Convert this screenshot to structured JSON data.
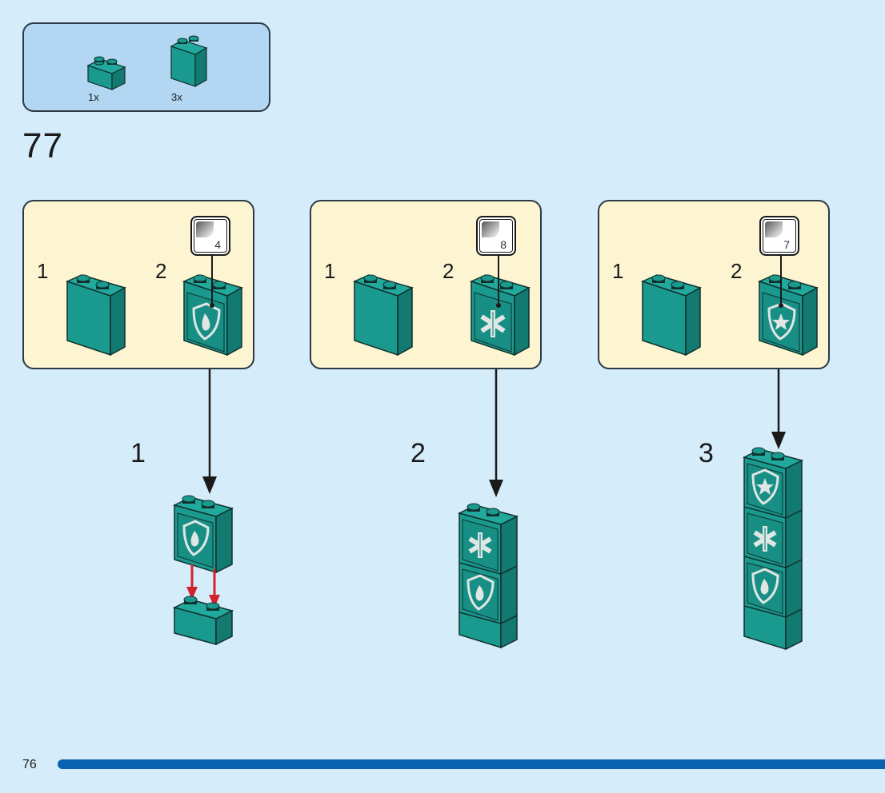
{
  "parts_list": {
    "items": [
      {
        "part": "brick-1x2",
        "color": "#1a9a8f",
        "quantity": "1x"
      },
      {
        "part": "brick-1x2x2",
        "color": "#1a9a8f",
        "quantity": "3x"
      }
    ]
  },
  "step": {
    "number": "77",
    "sub_assemblies": [
      {
        "sub_steps": [
          "1",
          "2"
        ],
        "sticker_number": "4",
        "sticker_icon": "fire-shield-icon"
      },
      {
        "sub_steps": [
          "1",
          "2"
        ],
        "sticker_number": "8",
        "sticker_icon": "star-of-life-icon"
      },
      {
        "sub_steps": [
          "1",
          "2"
        ],
        "sticker_number": "7",
        "sticker_icon": "police-star-shield-icon"
      }
    ],
    "assembly_steps": [
      {
        "label": "1"
      },
      {
        "label": "2"
      },
      {
        "label": "3"
      }
    ]
  },
  "footer": {
    "page_number": "76",
    "progress_color": "#0a63b0"
  },
  "colors": {
    "brick": "#1a9a8f",
    "brick_dark": "#137a71",
    "brick_top": "#22a99d",
    "arrow_red": "#d3222e",
    "panel_bg": "#fdf5d2",
    "parts_bg": "#b3d7f2",
    "page_bg": "#d5ecfb"
  }
}
